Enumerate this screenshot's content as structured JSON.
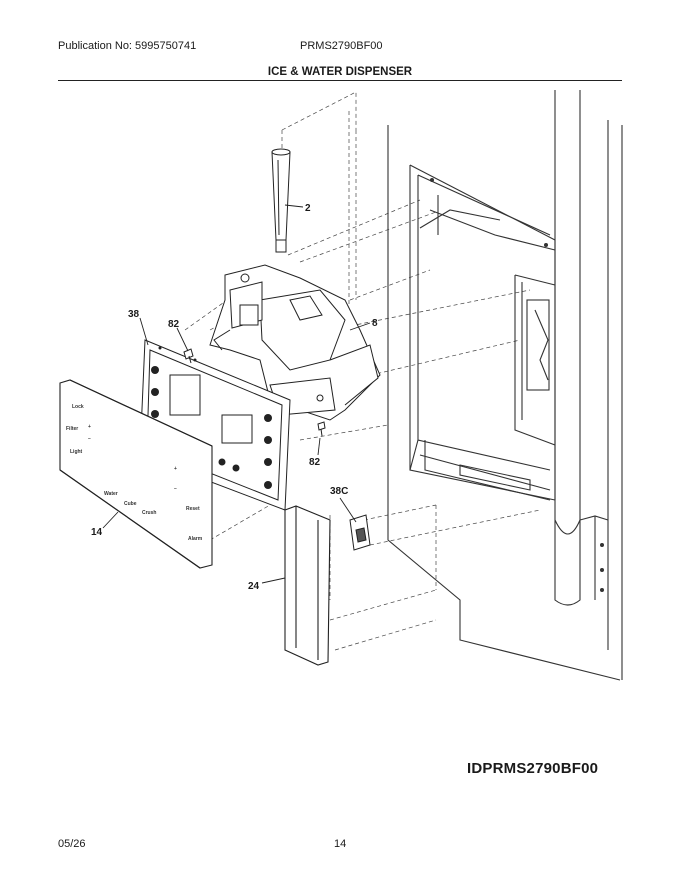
{
  "header": {
    "publication": "Publication No: 5995750741",
    "model": "PRMS2790BF00",
    "section_title": "ICE & WATER DISPENSER"
  },
  "parts": [
    {
      "id": "p2",
      "label": "2"
    },
    {
      "id": "p8",
      "label": "8"
    },
    {
      "id": "p38",
      "label": "38"
    },
    {
      "id": "p82a",
      "label": "82"
    },
    {
      "id": "p82b",
      "label": "82"
    },
    {
      "id": "p38c",
      "label": "38C"
    },
    {
      "id": "p14",
      "label": "14"
    },
    {
      "id": "p24",
      "label": "24"
    }
  ],
  "diagram_id": "IDPRMS2790BF00",
  "footer": {
    "date": "05/26",
    "page": "14"
  }
}
